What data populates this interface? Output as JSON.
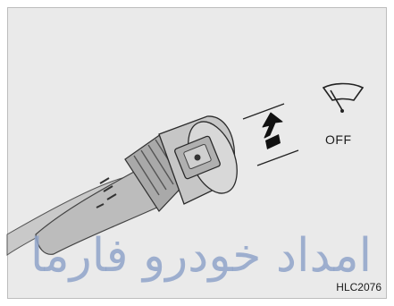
{
  "diagram": {
    "off_label": "OFF",
    "figure_code": "HLC2076",
    "watermark": "امداد خودرو فارما"
  },
  "icons": {
    "wiper_symbol": "windshield-wiper-icon",
    "direction_arrow": "up-arrow-icon"
  },
  "colors": {
    "panel_background": "#eaeaea",
    "watermark": "#8fa3c9",
    "stalk_shade": "#b5b5b5",
    "stalk_highlight": "#d8d8d8",
    "outline": "#2a2a2a"
  }
}
